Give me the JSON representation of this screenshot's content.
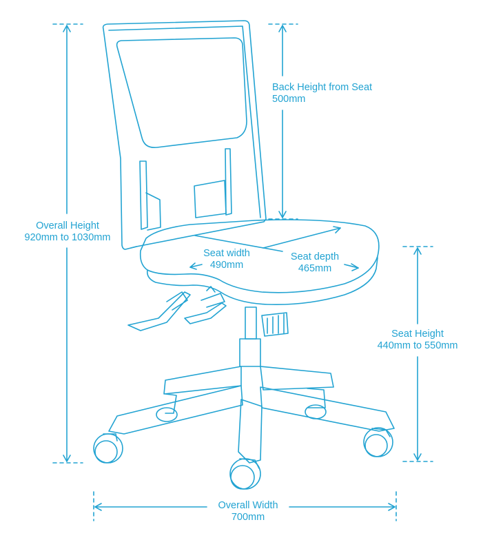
{
  "colors": {
    "line": "#22a3d2",
    "background": "#ffffff"
  },
  "dimensions": {
    "back_height": {
      "label": "Back Height from Seat",
      "value": "500mm"
    },
    "overall_height": {
      "label": "Overall Height",
      "value": "920mm to 1030mm"
    },
    "seat_width": {
      "label": "Seat width",
      "value": "490mm"
    },
    "seat_depth": {
      "label": "Seat depth",
      "value": "465mm"
    },
    "seat_height": {
      "label": "Seat Height",
      "value": "440mm to 550mm"
    },
    "overall_width": {
      "label": "Overall Width",
      "value": "700mm"
    }
  }
}
